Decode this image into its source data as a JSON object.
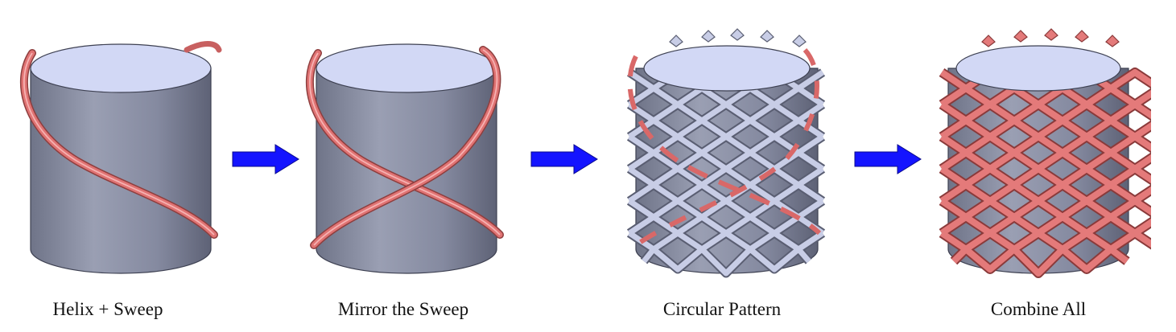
{
  "steps": [
    {
      "label": "Helix + Sweep"
    },
    {
      "label": "Mirror the Sweep"
    },
    {
      "label": "Circular Pattern"
    },
    {
      "label": "Combine All"
    }
  ],
  "colors": {
    "cylinder_side": "#8a8fa3",
    "cylinder_top": "#d2d8f5",
    "sweep_red": "#e07373",
    "pattern_gray": "#c8cde6",
    "arrow_blue": "#1414ff"
  },
  "icons": [
    "right-arrow-icon",
    "right-arrow-icon",
    "right-arrow-icon"
  ]
}
